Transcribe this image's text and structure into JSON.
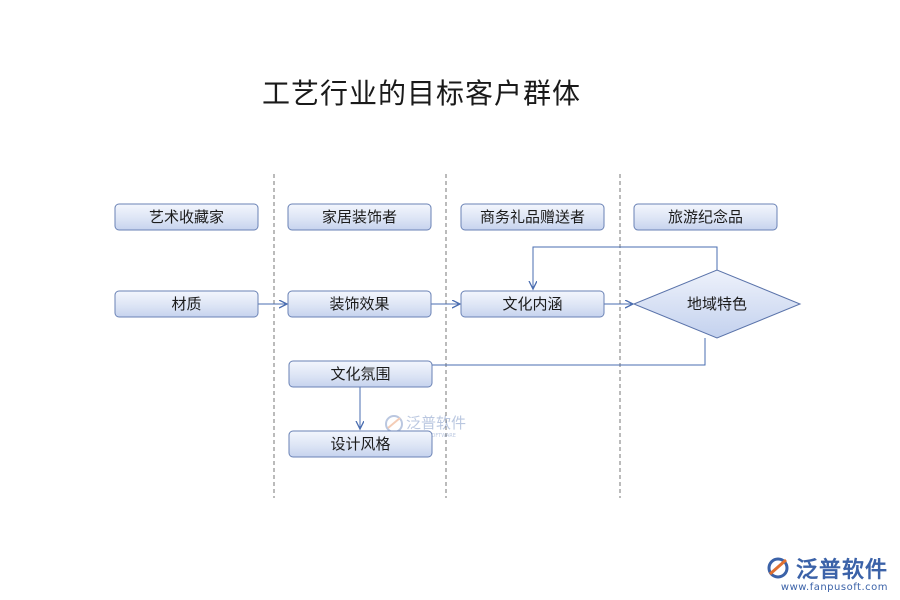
{
  "title": "工艺行业的目标客户群体",
  "columns": [
    {
      "header": "艺术收藏家"
    },
    {
      "header": "家居装饰者"
    },
    {
      "header": "商务礼品赠送者"
    },
    {
      "header": "旅游纪念品"
    }
  ],
  "nodes": {
    "material": "材质",
    "decoration_effect": "装饰效果",
    "cultural_connotation": "文化内涵",
    "regional_features": "地域特色",
    "cultural_atmosphere": "文化氛围",
    "design_style": "设计风格"
  },
  "watermark": {
    "name": "泛普软件",
    "sub": "FANPUSOFTWARE"
  },
  "brand": {
    "name": "泛普软件",
    "url": "www.fanpusoft.com"
  },
  "colors": {
    "box_fill_top": "#f2f5fc",
    "box_fill_bottom": "#c9d5ee",
    "box_stroke": "#6a82b5",
    "connector": "#4a6db0",
    "divider": "#777777",
    "brand": "#3b62a8"
  }
}
